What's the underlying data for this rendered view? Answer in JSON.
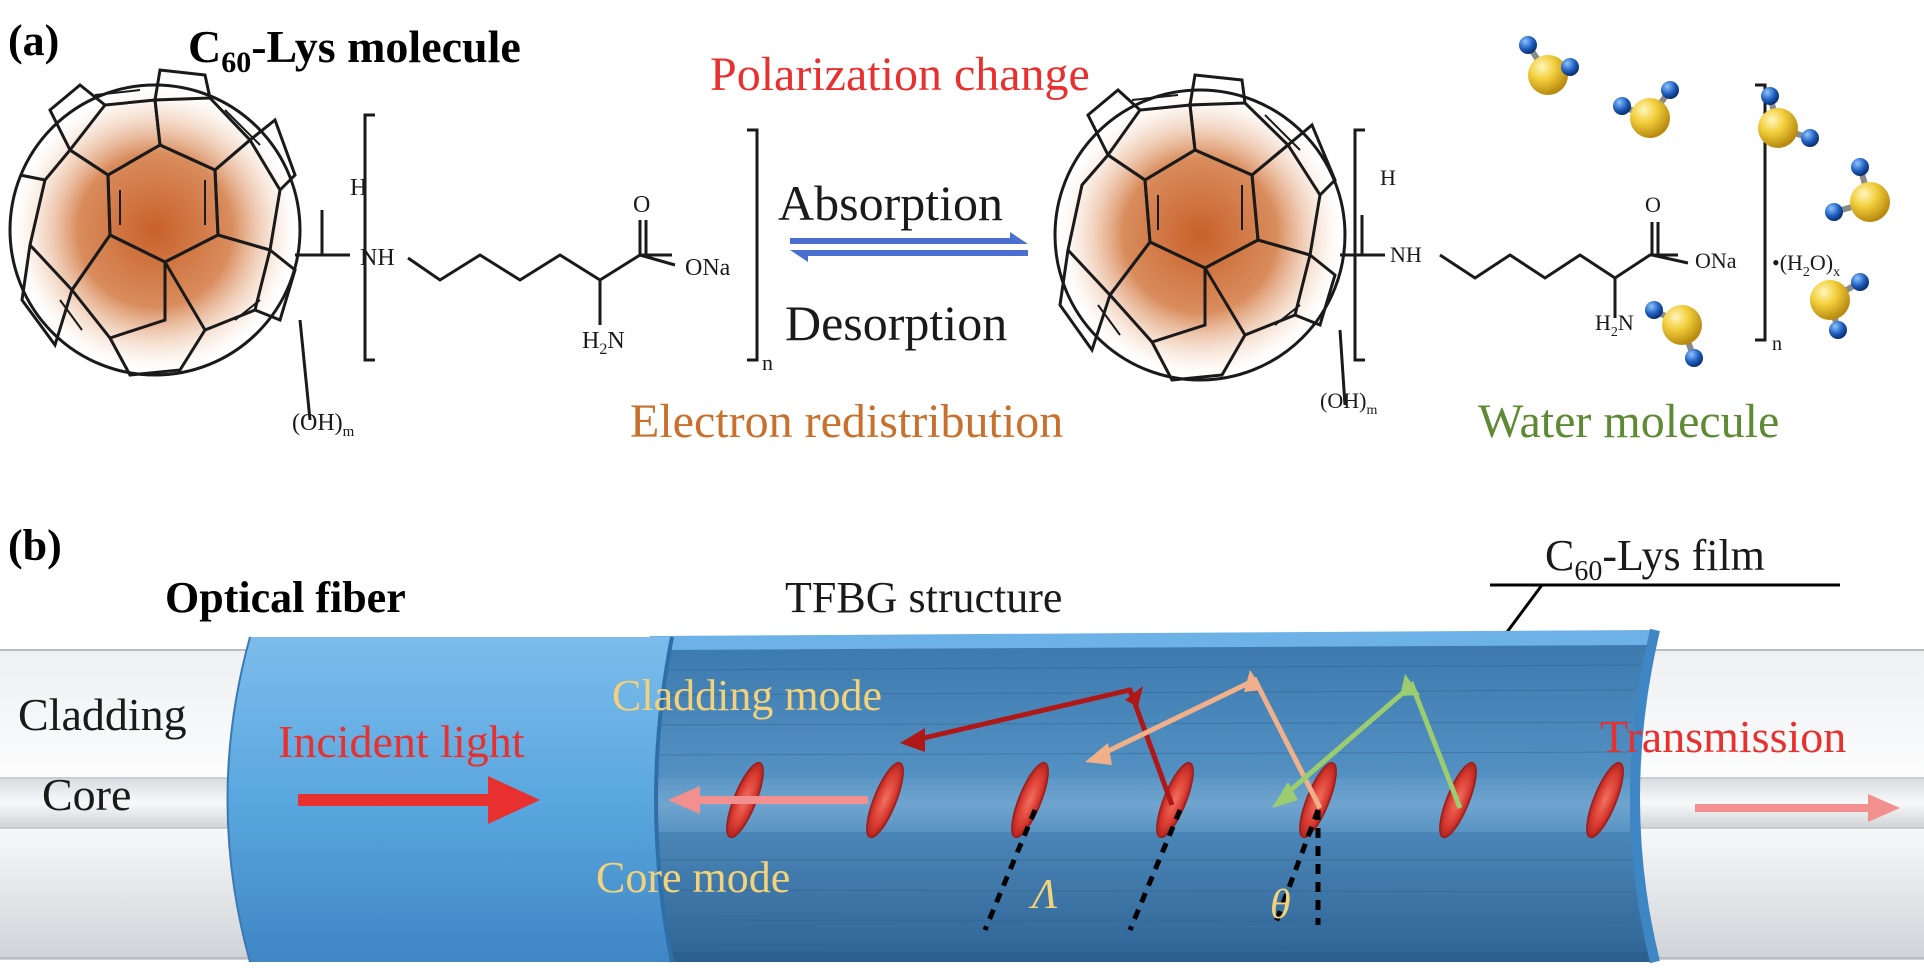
{
  "panel_a": {
    "label": "(a)",
    "title_c": "C",
    "title_sub": "60",
    "title_rest": "-Lys molecule",
    "polarization": "Polarization change",
    "absorption": "Absorption",
    "desorption": "Desorption",
    "electron": "Electron redistribution",
    "water": "Water molecule",
    "chem": {
      "H": "H",
      "NH": "NH",
      "O": "O",
      "ONa": "ONa",
      "H2N_H": "H",
      "H2N_2": "2",
      "H2N_N": "N",
      "n": "n",
      "OH": "(OH)",
      "m": "m",
      "hydrate_dot": "•",
      "hydrate_open": "(H",
      "hydrate_2": "2",
      "hydrate_close": "O)",
      "hydrate_x": "x"
    }
  },
  "panel_b": {
    "label": "(b)",
    "optical_fiber": "Optical fiber",
    "tfbg": "TFBG structure",
    "film_c": "C",
    "film_sub": "60",
    "film_rest": "-Lys film",
    "cladding": "Cladding",
    "core": "Core",
    "incident": "Incident light",
    "cladding_mode": "Cladding mode",
    "core_mode": "Core mode",
    "transmission": "Transmission",
    "lambda": "Λ",
    "theta": "θ"
  },
  "colors": {
    "red": "#e8302e",
    "orange": "#c8702c",
    "green": "#5e8a34",
    "blue_arrow": "#4a6fd0",
    "fiber_blue": "#5aa7df",
    "dark_red": "#b01818",
    "peach": "#f0b08a",
    "light_green": "#9ccc70",
    "yellow_label": "#f3d27a"
  }
}
